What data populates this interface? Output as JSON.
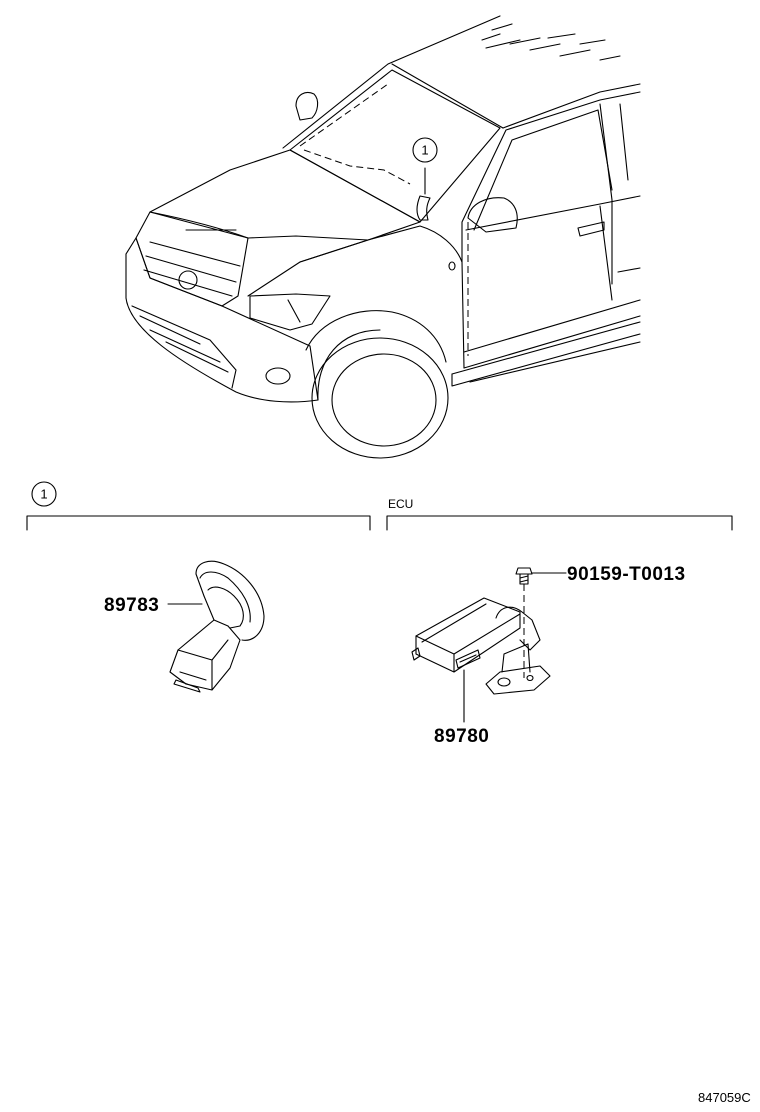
{
  "callouts": {
    "top": "1",
    "section": "1"
  },
  "section_label": "ECU",
  "parts": {
    "sensor": "89783",
    "ecu": "89780",
    "bolt": "90159-T0013"
  },
  "drawing_code": "847059C",
  "icons": {
    "vehicle": "pickup-truck-line-drawing",
    "sensor": "sensor-bracket-drawing",
    "ecu": "ecu-module-drawing",
    "bolt": "bolt-drawing"
  }
}
